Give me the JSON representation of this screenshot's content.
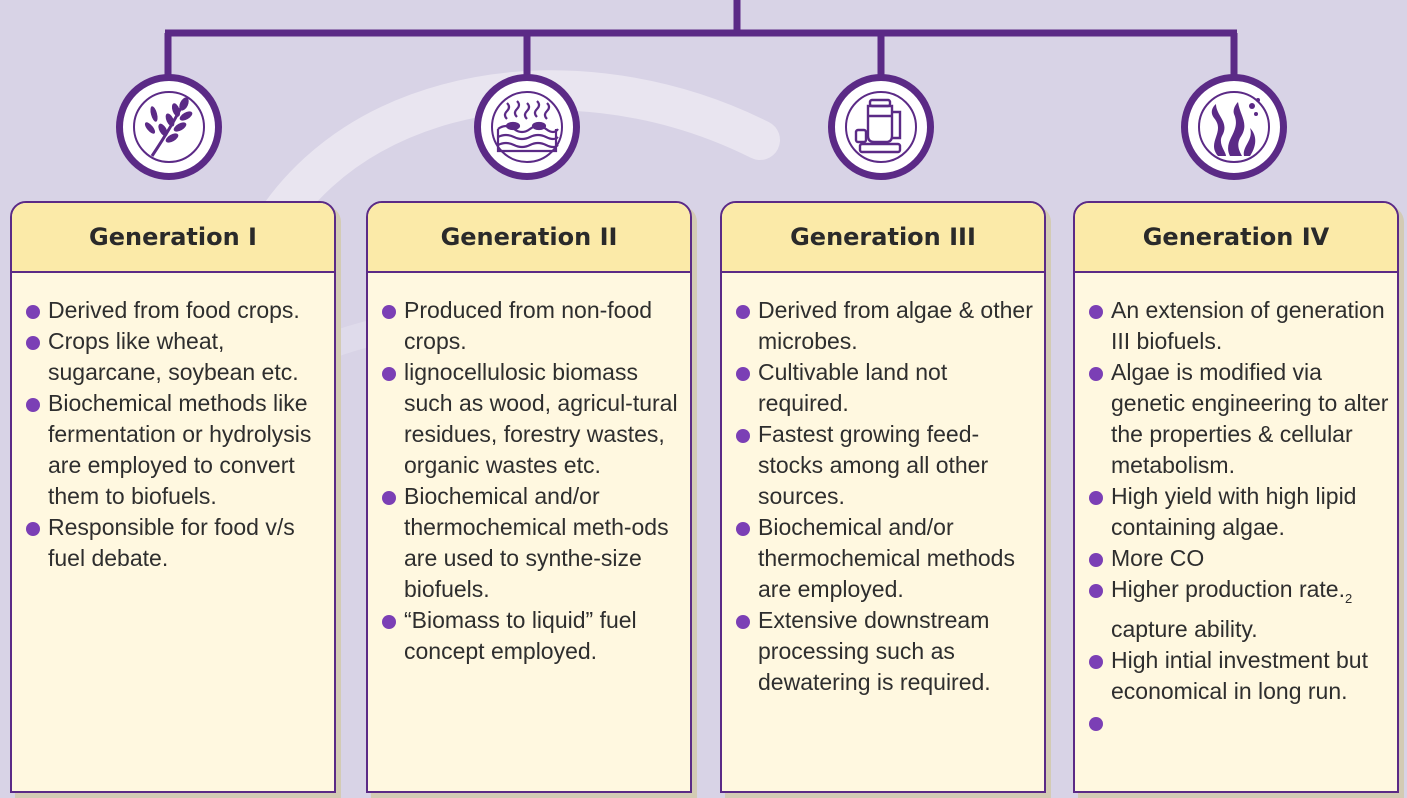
{
  "colors": {
    "background": "#d8d3e6",
    "connector": "#5b2a86",
    "card_fill": "#fff8e0",
    "card_header_fill": "#fbeaa8",
    "bullet": "#7b3fb5"
  },
  "generations": [
    {
      "title": "Generation I",
      "icon": "wheat-icon",
      "bullets": [
        "Derived from food crops.",
        "Crops like wheat, sugarcane, soybean etc.",
        "Biochemical methods like fermentation or hydrolysis are employed to convert them to biofuels.",
        "Responsible for food v/s fuel debate."
      ]
    },
    {
      "title": "Generation II",
      "icon": "biomass-decomposition-icon",
      "bullets": [
        "Produced from non-food crops.",
        "lignocellulosic biomass such as wood, agricul-tural residues, forestry wastes, organic wastes etc.",
        "Biochemical and/or thermochemical meth-ods are used to synthe-size biofuels.",
        "“Biomass to liquid” fuel concept employed."
      ]
    },
    {
      "title": "Generation III",
      "icon": "bioreactor-icon",
      "bullets": [
        "Derived from algae & other microbes.",
        "Cultivable land not required.",
        "Fastest growing feed-stocks among all other sources.",
        "Biochemical and/or thermochemical methods are employed.",
        "Extensive downstream processing such as dewatering is required."
      ]
    },
    {
      "title": "Generation IV",
      "icon": "algae-icon",
      "bullets": [
        "An extension of generation III biofuels.",
        "Algae is modified via genetic engineering to alter the properties & cellular metabolism.",
        "High yield with high lipid containing algae.",
        "More CO",
        "Higher production rate.",
        "High intial investment but economical in long run."
      ],
      "co2": {
        "subscript": "2",
        "suffix": " capture ability."
      }
    }
  ]
}
